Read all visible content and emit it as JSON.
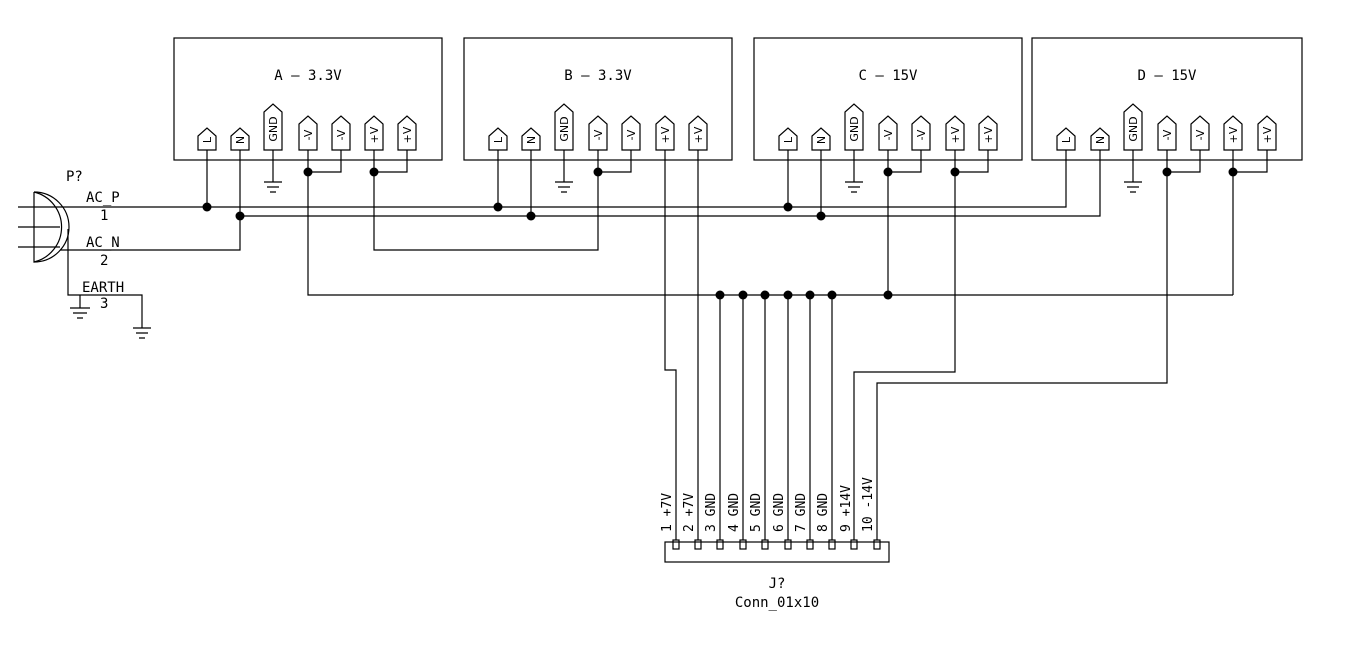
{
  "modules": [
    {
      "title": "A – 3.3V",
      "pins": [
        "L",
        "N",
        "GND",
        "-V",
        "-V",
        "+V",
        "+V"
      ]
    },
    {
      "title": "B – 3.3V",
      "pins": [
        "L",
        "N",
        "GND",
        "-V",
        "-V",
        "+V",
        "+V"
      ]
    },
    {
      "title": "C – 15V",
      "pins": [
        "L",
        "N",
        "GND",
        "-V",
        "-V",
        "+V",
        "+V"
      ]
    },
    {
      "title": "D – 15V",
      "pins": [
        "L",
        "N",
        "GND",
        "-V",
        "-V",
        "+V",
        "+V"
      ]
    }
  ],
  "plug": {
    "ref": "P?",
    "pins": [
      {
        "name": "AC_P",
        "num": "1"
      },
      {
        "name": "AC_N",
        "num": "2"
      },
      {
        "name": "EARTH",
        "num": "3"
      }
    ]
  },
  "connector": {
    "ref": "J?",
    "value": "Conn_01x10",
    "pins": [
      {
        "num": "1",
        "name": "+7V"
      },
      {
        "num": "2",
        "name": "+7V"
      },
      {
        "num": "3",
        "name": "GND"
      },
      {
        "num": "4",
        "name": "GND"
      },
      {
        "num": "5",
        "name": "GND"
      },
      {
        "num": "6",
        "name": "GND"
      },
      {
        "num": "7",
        "name": "GND"
      },
      {
        "num": "8",
        "name": "GND"
      },
      {
        "num": "9",
        "name": "+14V"
      },
      {
        "num": "10",
        "name": "-14V"
      }
    ]
  }
}
